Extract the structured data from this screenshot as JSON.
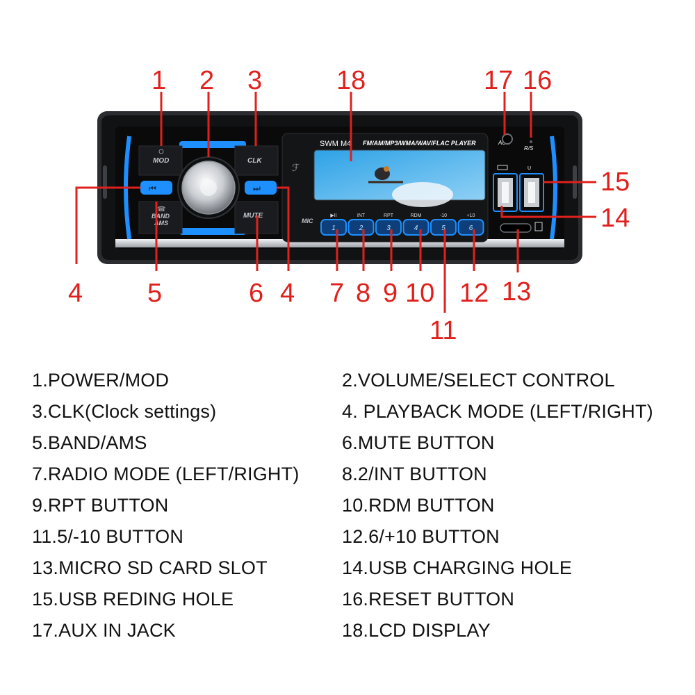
{
  "device": {
    "model_label": "SWM  M4",
    "format_label": "FM/AM/MP3/WMA/WAV/FLAC  PLAYER",
    "mod_label": "MOD",
    "clk_label": "CLK",
    "band_label": "BAND",
    "ams_label": "AMS",
    "mute_label": "MUTE",
    "mic_label": "MIC",
    "aux_label": "AUX",
    "rs_label": "R/S",
    "usb_label": "U",
    "function_labels": [
      "▶II",
      "INT",
      "RPT",
      "RDM",
      "-10",
      "+10"
    ],
    "preset_numbers": [
      "1",
      "2",
      "3",
      "4",
      "5",
      "6"
    ],
    "accent_color": "#1e8fff",
    "callout_color": "#e0201c"
  },
  "callouts": [
    "1",
    "2",
    "3",
    "4",
    "5",
    "6",
    "4",
    "7",
    "8",
    "9",
    "10",
    "11",
    "12",
    "13",
    "14",
    "15",
    "16",
    "17",
    "18"
  ],
  "legend": [
    [
      "1.POWER/MOD",
      "2.VOLUME/SELECT CONTROL"
    ],
    [
      "3.CLK(Clock settings)",
      "4. PLAYBACK MODE (LEFT/RIGHT)"
    ],
    [
      "5.BAND/AMS",
      "6.MUTE BUTTON"
    ],
    [
      "7.RADIO MODE (LEFT/RIGHT)",
      "8.2/INT BUTTON"
    ],
    [
      "9.RPT BUTTON",
      "10.RDM BUTTON"
    ],
    [
      "11.5/-10 BUTTON",
      "12.6/+10 BUTTON"
    ],
    [
      "13.MICRO SD CARD SLOT",
      "14.USB CHARGING HOLE"
    ],
    [
      "15.USB REDING HOLE",
      "16.RESET BUTTON"
    ],
    [
      "17.AUX IN JACK",
      "18.LCD DISPLAY"
    ]
  ]
}
